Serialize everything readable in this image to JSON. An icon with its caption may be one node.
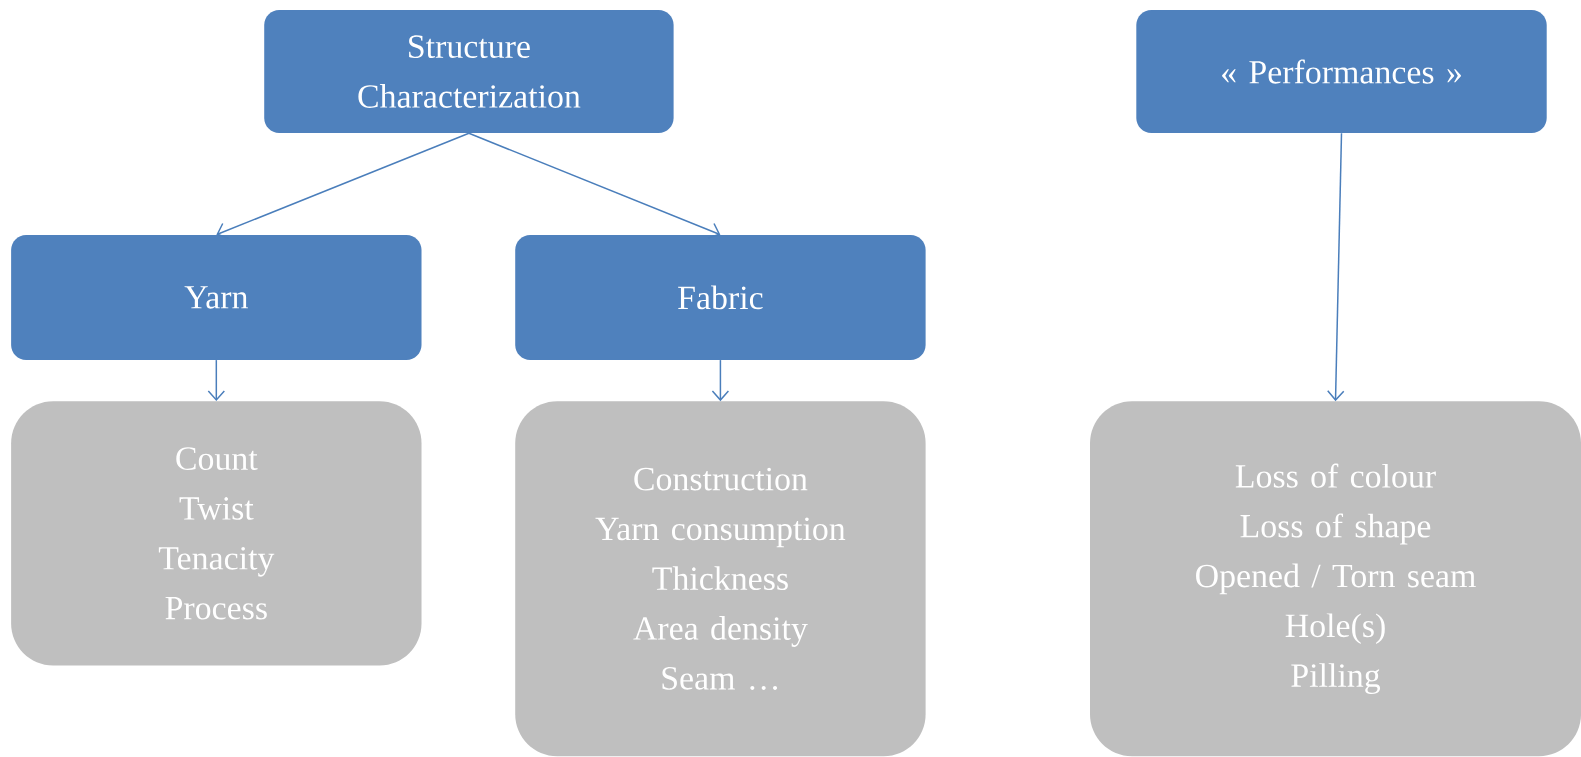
{
  "diagram": {
    "nodes": [
      {
        "text": [
          "Structure Characterization"
        ]
      },
      {
        "text": [
          "« Performances »"
        ]
      },
      {
        "text": [
          "Yarn"
        ]
      },
      {
        "text": [
          "Fabric"
        ]
      },
      {
        "text": [
          "Count",
          "Twist",
          "Tenacity",
          "Process"
        ]
      },
      {
        "text": [
          "Construction",
          "Yarn consumption",
          "Thickness",
          "Area density",
          "Seam …"
        ]
      },
      {
        "text": [
          "Loss of colour",
          "Loss of shape",
          "Opened / Torn seam",
          "Hole(s)",
          "Pilling"
        ]
      }
    ],
    "edges": [
      {
        "from": 0,
        "to": 2,
        "arrow": "to"
      },
      {
        "from": 0,
        "to": 3,
        "arrow": "to"
      },
      {
        "from": 2,
        "to": 4,
        "arrow": "to"
      },
      {
        "from": 3,
        "to": 5,
        "arrow": "to"
      },
      {
        "from": 1,
        "to": 6,
        "arrow": "to"
      }
    ]
  }
}
